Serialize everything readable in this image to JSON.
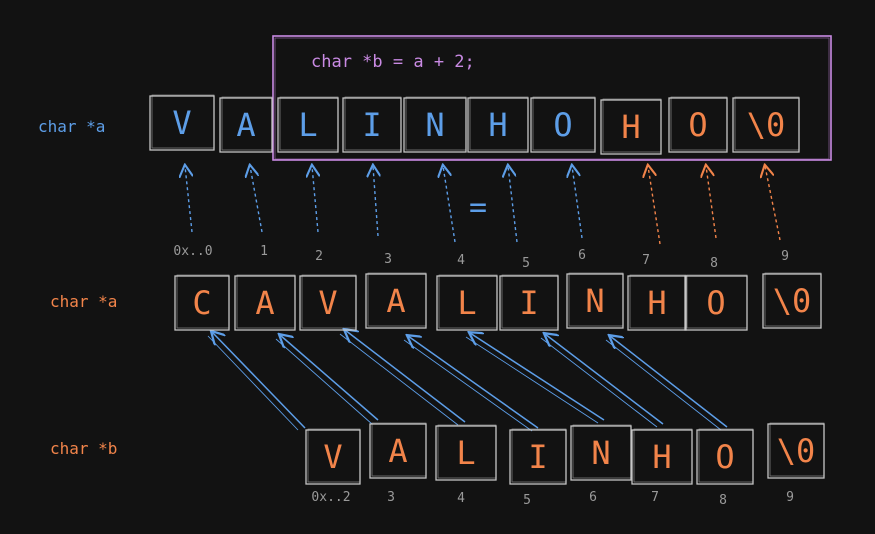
{
  "colors": {
    "background": "#121212",
    "blue": "#5d9ee8",
    "orange": "#f2844a",
    "purple": "#c98ae3",
    "border": "#cfcfcf",
    "index": "#9a9a9a"
  },
  "code_line": "char *b = a + 2;",
  "equals_sign": "=",
  "top_row": {
    "label": "char *a",
    "cells": [
      "V",
      "A",
      "L",
      "I",
      "N",
      "H",
      "O",
      "H",
      "O",
      "\\0"
    ],
    "cell_colors": [
      "blue",
      "blue",
      "blue",
      "blue",
      "blue",
      "blue",
      "blue",
      "orange",
      "orange",
      "orange"
    ],
    "indices": [
      "0x..0",
      "1",
      "2",
      "3",
      "4",
      "5",
      "6",
      "7",
      "8",
      "9"
    ]
  },
  "middle_row": {
    "label": "char *a",
    "cells": [
      "C",
      "A",
      "V",
      "A",
      "L",
      "I",
      "N",
      "H",
      "O",
      "\\0"
    ]
  },
  "bottom_row": {
    "label": "char *b",
    "cells": [
      "V",
      "A",
      "L",
      "I",
      "N",
      "H",
      "O",
      "\\0"
    ],
    "indices": [
      "0x..2",
      "3",
      "4",
      "5",
      "6",
      "7",
      "8",
      "9"
    ]
  }
}
